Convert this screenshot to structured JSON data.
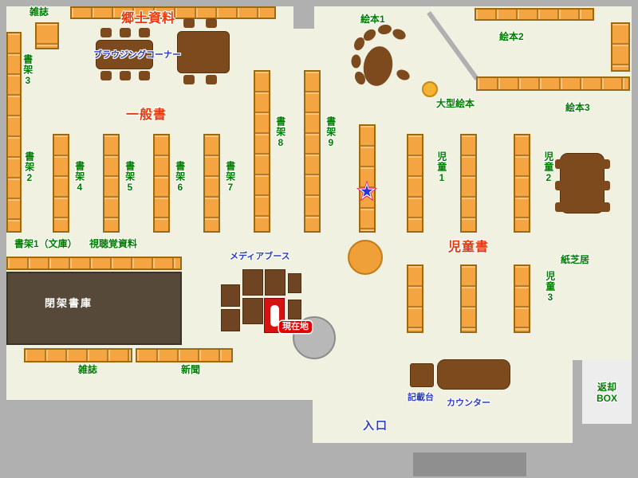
{
  "colors": {
    "floor": "#f1f1e1",
    "wall": "#b0b0b0",
    "shelf_orange": "#f4a542",
    "shelf_border": "#9c6a10",
    "table_brown": "#7c4a1d",
    "closed_stacks_brown": "#564939",
    "highlight_red": "#e60000",
    "label_green": "#007c00",
    "label_red": "#e8380d",
    "label_blue": "#2b3cc4",
    "star_blue": "#2636d6",
    "star_rim": "#e0186e"
  },
  "labels": {
    "magazines_top": "雑誌",
    "local_materials": "郷土資料",
    "browsing_corner": "ブラウジングコーナー",
    "general_books": "一般書",
    "shelf_3": "書架3",
    "shelf_2": "書架2",
    "shelf_4": "書架4",
    "shelf_5": "書架5",
    "shelf_6": "書架6",
    "shelf_7": "書架7",
    "shelf_8": "書架8",
    "shelf_9": "書架9",
    "shelf_1_bunko": "書架1（文庫）",
    "audio_visual": "視聴覚資料",
    "picture_books_1": "絵本1",
    "picture_books_2": "絵本2",
    "picture_books_3": "絵本3",
    "large_picture_books": "大型絵本",
    "children_1": "児童1",
    "children_2": "児童2",
    "children_3": "児童3",
    "children_books": "児童書",
    "kamishibai": "紙芝居",
    "media_booth": "メディアブース",
    "closed_stacks": "閉架書庫",
    "current_location": "現在地",
    "magazines_bottom": "雑誌",
    "newspapers": "新聞",
    "entrance": "入口",
    "writing_desk": "記載台",
    "counter": "カウンター",
    "return_box": [
      "返却",
      "BOX"
    ]
  },
  "icons": {
    "current_position_star": "★"
  }
}
